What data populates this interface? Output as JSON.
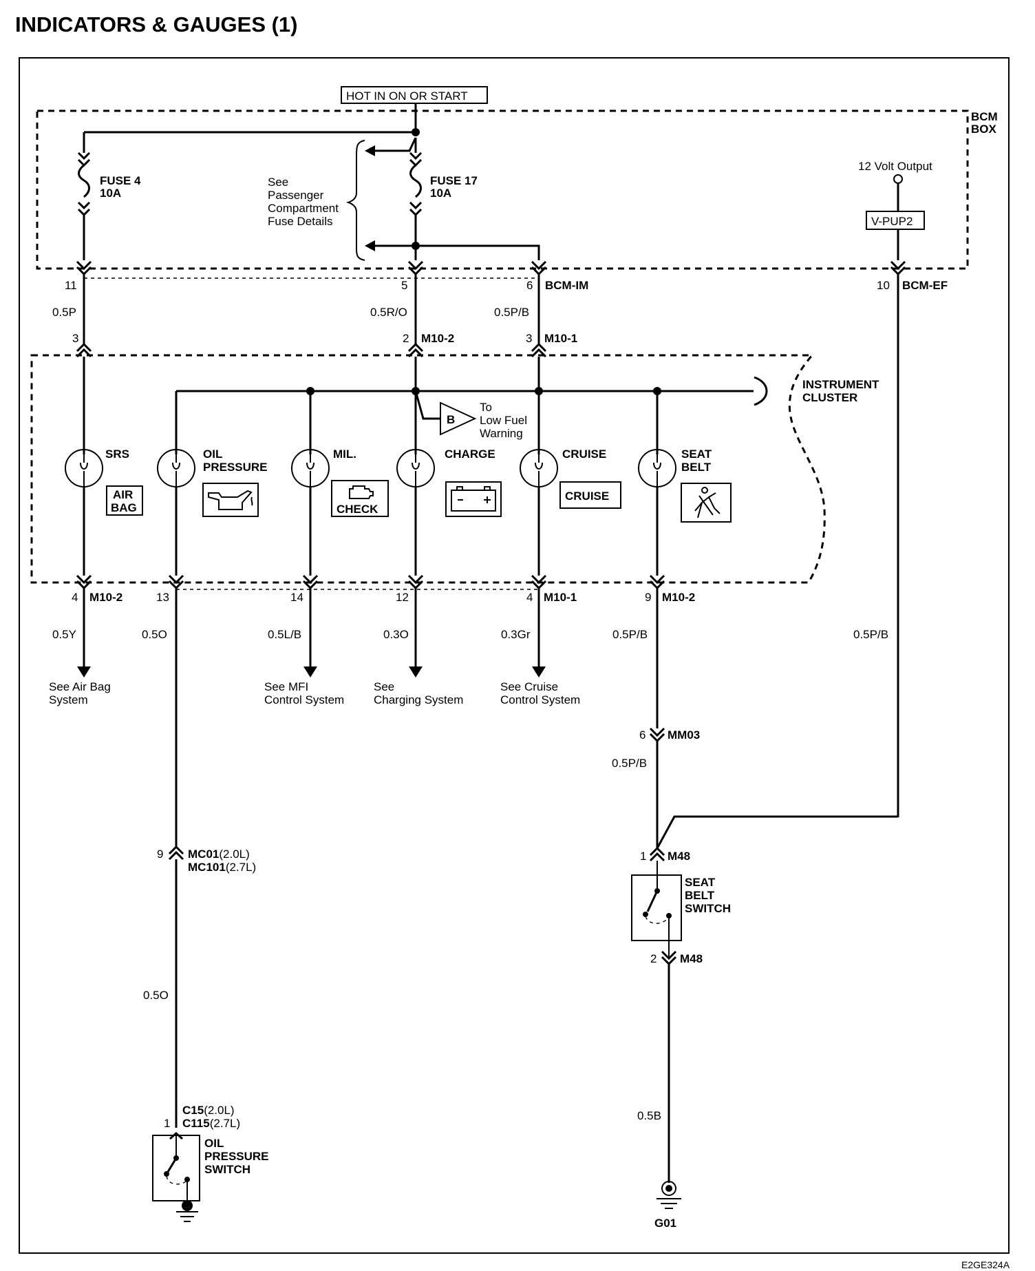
{
  "title": "INDICATORS & GAUGES (1)",
  "figure_code": "E2GE324A",
  "power_label": "HOT IN ON OR START",
  "bcm": {
    "label_line1": "BCM",
    "label_line2": "BOX",
    "fuse4_name": "FUSE 4",
    "fuse4_rating": "10A",
    "fuse17_name": "FUSE 17",
    "fuse17_rating": "10A",
    "see_text": [
      "See",
      "Passenger",
      "Compartment",
      "Fuse Details"
    ],
    "volt_output": "12 Volt Output",
    "vpup": "V-PUP2"
  },
  "upper_connectors": {
    "pin11": "11",
    "pin5": "5",
    "pin6": "6",
    "pin10": "10",
    "bcm_im": "BCM-IM",
    "bcm_ef": "BCM-EF",
    "wire_05P": "0.5P",
    "wire_05RO": "0.5R/O",
    "wire_05PB": "0.5P/B",
    "pin3a": "3",
    "pin2": "2",
    "pin3b": "3",
    "m10_2": "M10-2",
    "m10_1": "M10-1"
  },
  "cluster": {
    "label_line1": "INSTRUMENT",
    "label_line2": "CLUSTER",
    "to_text": [
      "To",
      "Low Fuel",
      "Warning"
    ],
    "b_label": "B",
    "lamps": [
      {
        "name": "SRS",
        "sub": "",
        "icon": "AIR BAG"
      },
      {
        "name": "OIL",
        "sub": "PRESSURE",
        "icon": "oil-can"
      },
      {
        "name": "MIL.",
        "sub": "",
        "icon": "CHECK"
      },
      {
        "name": "CHARGE",
        "sub": "",
        "icon": "battery"
      },
      {
        "name": "CRUISE",
        "sub": "",
        "icon": "CRUISE"
      },
      {
        "name": "SEAT",
        "sub": "BELT",
        "icon": "seat-belt"
      }
    ],
    "airbag_l1": "AIR",
    "airbag_l2": "BAG",
    "check": "CHECK",
    "cruise": "CRUISE"
  },
  "lower_connectors": {
    "p4a": "4",
    "m10_2a": "M10-2",
    "p13": "13",
    "p14": "14",
    "p12": "12",
    "p4b": "4",
    "m10_1": "M10-1",
    "p9": "9",
    "m10_2b": "M10-2",
    "w05Y": "0.5Y",
    "w05O": "0.5O",
    "w05LB": "0.5L/B",
    "w03O": "0.3O",
    "w03Gr": "0.3Gr",
    "w05PB": "0.5P/B",
    "w05PB_right": "0.5P/B"
  },
  "references": {
    "airbag": [
      "See Air Bag",
      "System"
    ],
    "mfi": [
      "See MFI",
      "Control System"
    ],
    "charging": [
      "See",
      "Charging System"
    ],
    "cruise": [
      "See Cruise",
      "Control System"
    ]
  },
  "oil_branch": {
    "pin9": "9",
    "mc01": "MC01",
    "mc01_note": "(2.0L)",
    "mc101": "MC101",
    "mc101_note": "(2.7L)",
    "wire": "0.5O",
    "pin1": "1",
    "c15": "C15",
    "c15_note": "(2.0L)",
    "c115": "C115",
    "c115_note": "(2.7L)",
    "switch_l1": "OIL",
    "switch_l2": "PRESSURE",
    "switch_l3": "SWITCH"
  },
  "seatbelt_branch": {
    "pin6": "6",
    "mm03": "MM03",
    "wire": "0.5P/B",
    "pin1": "1",
    "m48a": "M48",
    "switch_l1": "SEAT",
    "switch_l2": "BELT",
    "switch_l3": "SWITCH",
    "pin2": "2",
    "m48b": "M48",
    "wire_ground": "0.5B",
    "ground": "G01"
  }
}
